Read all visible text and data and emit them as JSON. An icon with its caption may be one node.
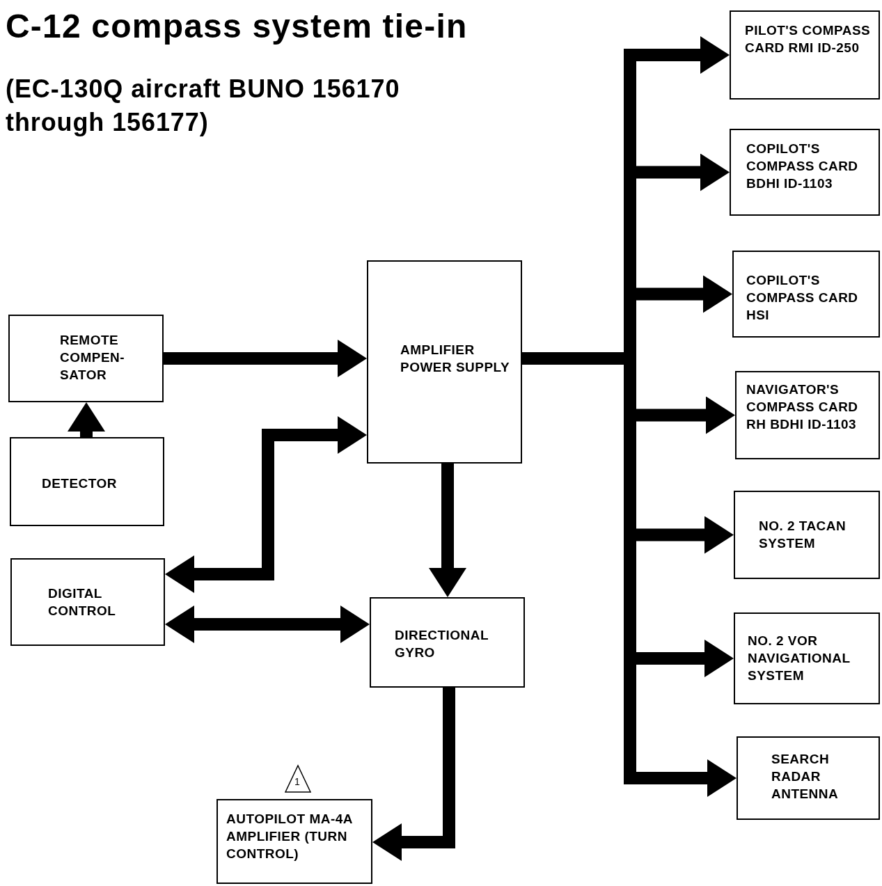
{
  "diagram": {
    "title": "C-12 compass system tie-in",
    "nodes": [
      {
        "text": [
          "REMOTE COMPEN- SATOR"
        ]
      },
      {
        "text": [
          "DETECTOR"
        ]
      },
      {
        "text": [
          "DIGITAL CONTROL"
        ]
      },
      {
        "text": [
          "AMPLIFIER POWER SUPPLY"
        ]
      },
      {
        "text": [
          "DIRECTIONAL GYRO"
        ]
      },
      {
        "text": [
          "AUTOPILOT MA-4A AMPLIFIER (TURN CONTROL)"
        ]
      },
      {
        "text": [
          "PILOT'S COMPASS CARD RMI ID-250"
        ]
      },
      {
        "text": [
          "COPILOT'S COMPASS CARD BDHI ID-1103"
        ]
      },
      {
        "text": [
          "COPILOT'S COMPASS CARD HSI"
        ]
      },
      {
        "text": [
          "NAVIGATOR'S COMPASS CARD RH BDHI ID-1103"
        ]
      },
      {
        "text": [
          "NO. 2 TACAN SYSTEM"
        ]
      },
      {
        "text": [
          "NO. 2 VOR NAVIGATIONAL SYSTEM"
        ]
      },
      {
        "text": [
          "SEARCH RADAR ANTENNA"
        ]
      }
    ],
    "edges": [
      {
        "from": 0,
        "to": 3,
        "arrow": "to"
      },
      {
        "from": 1,
        "to": 0,
        "arrow": "to"
      },
      {
        "from": 3,
        "to": 2,
        "arrow": "both"
      },
      {
        "from": 2,
        "to": 4,
        "arrow": "both"
      },
      {
        "from": 3,
        "to": 4,
        "arrow": "to"
      },
      {
        "from": 4,
        "to": 5,
        "arrow": "to"
      },
      {
        "from": 3,
        "to": 6,
        "arrow": "to"
      },
      {
        "from": 3,
        "to": 7,
        "arrow": "to"
      },
      {
        "from": 3,
        "to": 8,
        "arrow": "to"
      },
      {
        "from": 3,
        "to": 9,
        "arrow": "to"
      },
      {
        "from": 3,
        "to": 10,
        "arrow": "to"
      },
      {
        "from": 3,
        "to": 11,
        "arrow": "to"
      },
      {
        "from": 3,
        "to": 12,
        "arrow": "to"
      }
    ],
    "labels": [
      "(EC-130Q aircraft BUNO 156170 through 156177)",
      "1"
    ]
  }
}
